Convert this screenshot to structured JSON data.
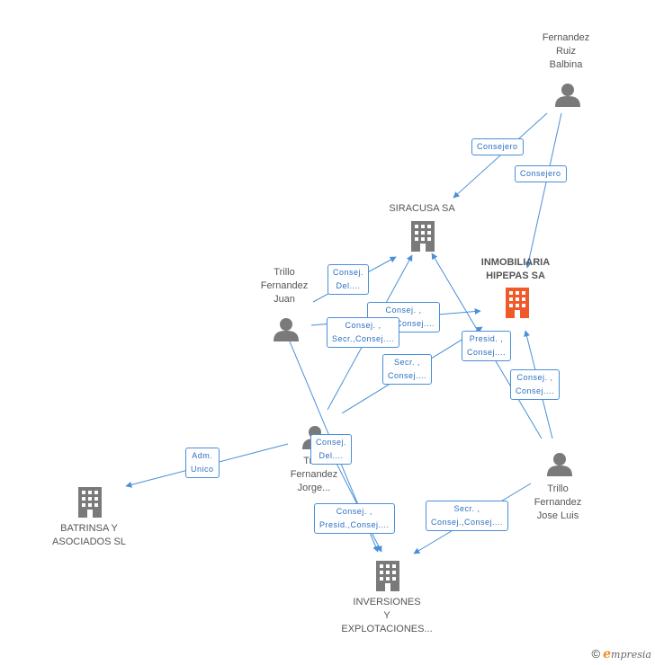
{
  "nodes": {
    "fernandez_ruiz": [
      "Fernandez",
      "Ruiz",
      "Balbina"
    ],
    "siracusa": [
      "SIRACUSA SA"
    ],
    "inmobiliaria": [
      "INMOBILIARIA",
      "HIPEPAS SA"
    ],
    "trillo_juan": [
      "Trillo",
      "Fernandez",
      "Juan"
    ],
    "trillo_jorge": [
      "Trillo",
      "Fernandez",
      "Jorge..."
    ],
    "trillo_jose": [
      "Trillo",
      "Fernandez",
      "Jose Luis"
    ],
    "batrinsa": [
      "BATRINSA Y",
      "ASOCIADOS SL"
    ],
    "inversiones": [
      "INVERSIONES",
      "Y",
      "EXPLOTACIONES..."
    ]
  },
  "edges": {
    "e1": [
      "Consejero"
    ],
    "e2": [
      "Consejero"
    ],
    "e3": [
      "Consej.",
      "Del...."
    ],
    "e4": [
      "Consej. ,",
      "Secr.,Consej...."
    ],
    "e5": [
      "Consej. ,",
      "Secr.,Consej...."
    ],
    "e6": [
      "Presid. ,",
      "Consej...."
    ],
    "e7": [
      "Secr. ,",
      "Consej...."
    ],
    "e8": [
      "Consej. ,",
      "Consej...."
    ],
    "e9": [
      "Adm.",
      "Unico"
    ],
    "e10": [
      "Consej.",
      "Del...."
    ],
    "e11": [
      "Consej. ,",
      "Presid.,Consej...."
    ],
    "e12": [
      "Secr. ,",
      "Consej.,Consej...."
    ]
  },
  "colors": {
    "edge": "#4a8fd8",
    "person": "#7a7a7a",
    "company": "#7a7a7a",
    "highlight": "#f05a28"
  },
  "footer": {
    "copyright": "©",
    "brand_letter": "e",
    "brand_rest": "mpresia"
  }
}
